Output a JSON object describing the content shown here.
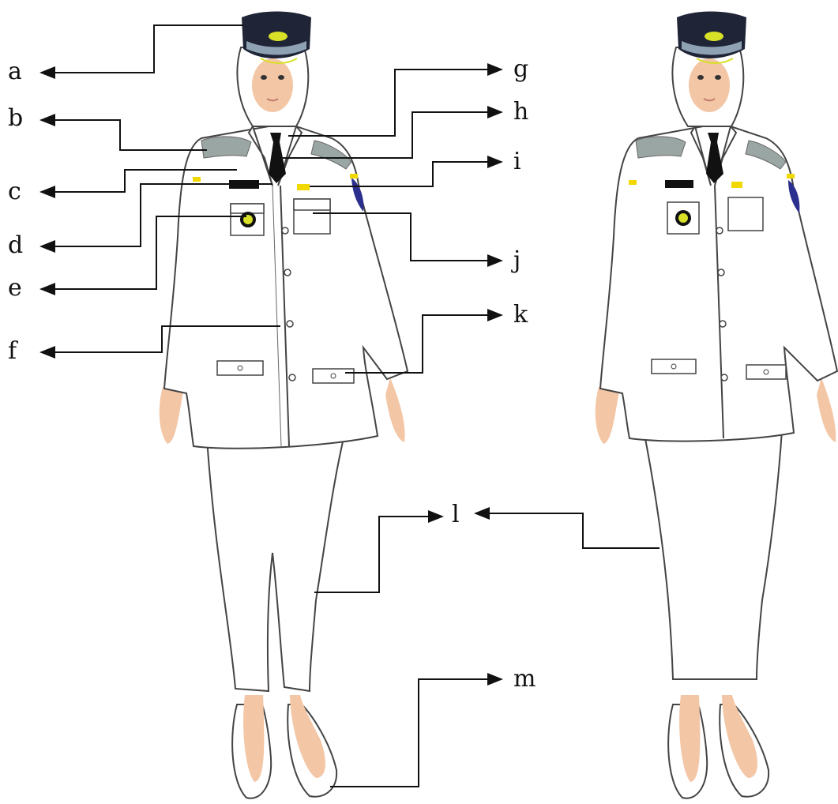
{
  "diagram": {
    "labels": [
      "a",
      "b",
      "c",
      "d",
      "e",
      "f",
      "g",
      "h",
      "i",
      "j",
      "k",
      "l",
      "m"
    ],
    "colors": {
      "hat": "#1f2436",
      "hat_band": "#8ea2b4",
      "emblem": "#d8e028",
      "uniform": "#ffffff",
      "outline": "#444444",
      "skin": "#f3c6a6",
      "tie": "#111111",
      "epaulette": "#9aa6a4",
      "sleeve_patch": "#2b2f8e",
      "badge_yellow": "#f0d800",
      "arrow": "#111111"
    },
    "icons": [
      "uniform-figure-front",
      "uniform-figure-side"
    ]
  }
}
